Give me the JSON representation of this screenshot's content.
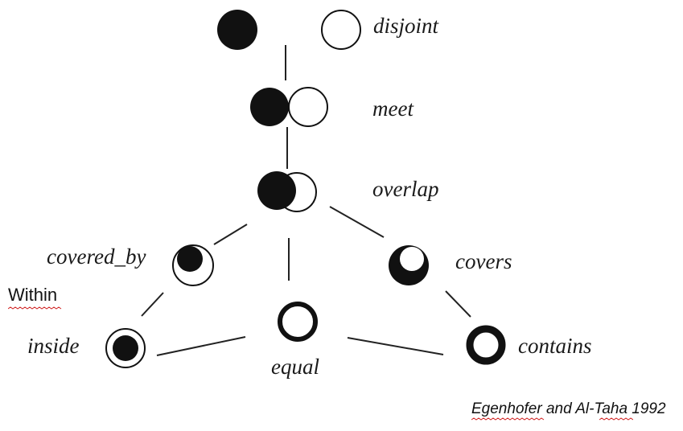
{
  "relations": {
    "disjoint": "disjoint",
    "meet": "meet",
    "overlap": "overlap",
    "covered_by": "covered_by",
    "covers": "covers",
    "inside": "inside",
    "equal": "equal",
    "contains": "contains"
  },
  "notes": {
    "within": "Within",
    "citation": "Egenhofer and Al-Taha 1992"
  },
  "colors": {
    "ink": "#111111",
    "background": "#ffffff",
    "spellcheck_underline": "#d02020"
  }
}
